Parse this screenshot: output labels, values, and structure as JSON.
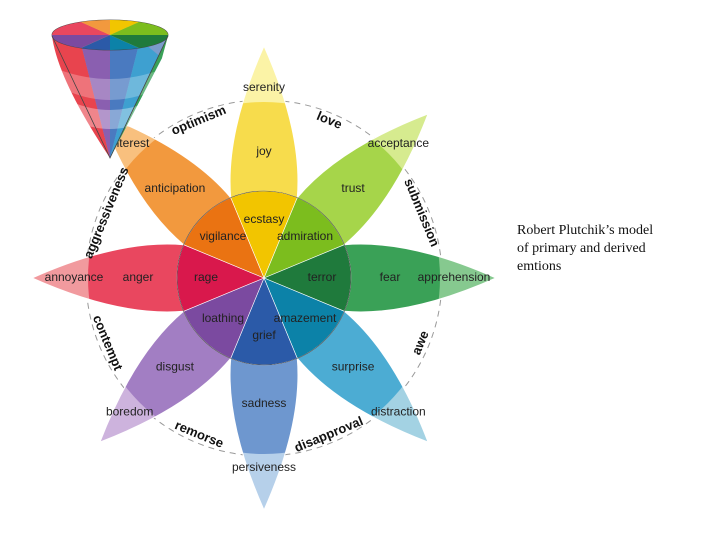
{
  "caption": {
    "line1": "Robert Plutchik’s model",
    "line2": "of primary and derived",
    "line3": "emtions"
  },
  "petals": [
    {
      "angle": 0,
      "strong": "ecstasy",
      "mid": "joy",
      "mild": "serenity",
      "colors": [
        "#f2c500",
        "#f7dc4c",
        "#fbf3a6"
      ]
    },
    {
      "angle": 45,
      "strong": "admiration",
      "mid": "trust",
      "mild": "acceptance",
      "colors": [
        "#7cbd1e",
        "#a6d54a",
        "#d6eb8f"
      ]
    },
    {
      "angle": 90,
      "strong": "terror",
      "mid": "fear",
      "mild": "apprehension",
      "colors": [
        "#1f7a3c",
        "#3aa157",
        "#86c98f"
      ]
    },
    {
      "angle": 135,
      "strong": "amazement",
      "mid": "surprise",
      "mild": "distraction",
      "colors": [
        "#0c82a8",
        "#4cacd3",
        "#a3d2e3"
      ]
    },
    {
      "angle": 180,
      "strong": "grief",
      "mid": "sadness",
      "mild": "persiveness",
      "colors": [
        "#2b5aa8",
        "#6e97cf",
        "#b6d0ea"
      ]
    },
    {
      "angle": 225,
      "strong": "loathing",
      "mid": "disgust",
      "mild": "boredom",
      "colors": [
        "#7b4aa0",
        "#a27ec3",
        "#cdb3dd"
      ]
    },
    {
      "angle": 270,
      "strong": "rage",
      "mid": "anger",
      "mild": "annoyance",
      "colors": [
        "#d9184c",
        "#e9475f",
        "#f19a9e"
      ]
    },
    {
      "angle": 315,
      "strong": "vigilance",
      "mid": "anticipation",
      "mild": "interest",
      "colors": [
        "#ea7312",
        "#f2993e",
        "#f8c07e"
      ]
    }
  ],
  "dyads": [
    {
      "angle": 22.5,
      "label": "love"
    },
    {
      "angle": 67.5,
      "label": "submission"
    },
    {
      "angle": 112.5,
      "label": "awe"
    },
    {
      "angle": 157.5,
      "label": "disapproval"
    },
    {
      "angle": 202.5,
      "label": "remorse"
    },
    {
      "angle": 247.5,
      "label": "contempt"
    },
    {
      "angle": 292.5,
      "label": "aggressiveness"
    },
    {
      "angle": 337.5,
      "label": "optimism"
    }
  ]
}
